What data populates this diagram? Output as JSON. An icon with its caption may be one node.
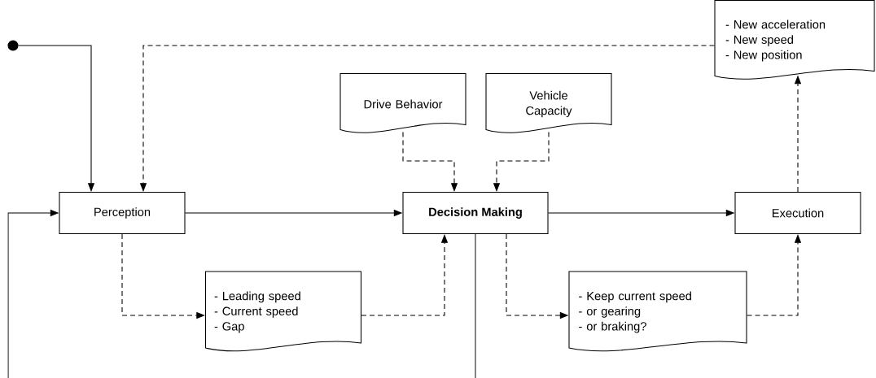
{
  "diagram": {
    "nodes": [
      {
        "text": [
          "Perception"
        ]
      },
      {
        "text": [
          "Decision Making"
        ]
      },
      {
        "text": [
          "Execution"
        ]
      },
      {
        "text": [
          "Drive Behavior"
        ]
      },
      {
        "text": [
          "Vehicle Capacity"
        ]
      },
      {
        "text": [
          "- New acceleration",
          "- New speed",
          "- New position"
        ]
      },
      {
        "text": [
          "- Leading speed",
          "- Current speed",
          "- Gap"
        ]
      },
      {
        "text": [
          "- Keep current speed",
          "- or gearing",
          "- or braking?"
        ]
      },
      {
        "text": [],
        "shape": "circle"
      }
    ],
    "edges": [
      {
        "from": 8,
        "to": 0,
        "arrow": "to"
      },
      {
        "from": 5,
        "to": 0,
        "arrow": "to",
        "style": "dashed"
      },
      {
        "from": 0,
        "to": 1,
        "arrow": "to"
      },
      {
        "from": 1,
        "to": 2,
        "arrow": "to"
      },
      {
        "from": 3,
        "to": 1,
        "arrow": "to",
        "style": "dashed"
      },
      {
        "from": 4,
        "to": 1,
        "arrow": "to",
        "style": "dashed"
      },
      {
        "from": 0,
        "to": 6,
        "arrow": "to",
        "style": "dashed"
      },
      {
        "from": 6,
        "to": 1,
        "arrow": "to",
        "style": "dashed"
      },
      {
        "from": 1,
        "to": 7,
        "arrow": "to",
        "style": "dashed"
      },
      {
        "from": 7,
        "to": 2,
        "arrow": "to",
        "style": "dashed"
      },
      {
        "from": 2,
        "to": 5,
        "arrow": "to",
        "style": "dashed"
      },
      {
        "from": null,
        "to": 0,
        "arrow": "to"
      },
      {
        "from": 1,
        "to": null,
        "arrow": "none"
      }
    ]
  }
}
